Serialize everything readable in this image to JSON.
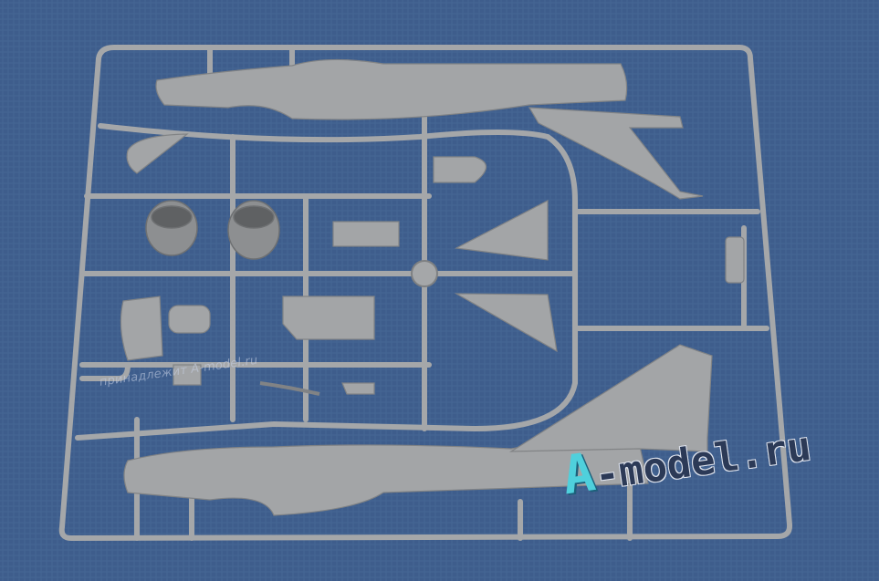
{
  "watermark_small": "принадлежит A-model.ru",
  "watermark_big": {
    "letter": "A",
    "rest": "-model.ru"
  },
  "colors": {
    "background": "#3e5d8c",
    "plastic": "#a3a5a7",
    "plastic_dark": "#7e8082"
  }
}
